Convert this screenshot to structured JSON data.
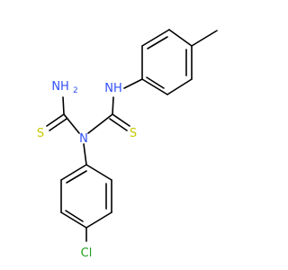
{
  "molecule": {
    "atoms": {
      "amine_nh2": {
        "label": "NH2",
        "color": "#3050F8"
      },
      "amine_nh": {
        "label": "NH",
        "color": "#3050F8"
      },
      "central_n": {
        "label": "N",
        "color": "#3050F8"
      },
      "sulfur_left": {
        "label": "S",
        "color": "#C8C800"
      },
      "sulfur_right": {
        "label": "S",
        "color": "#C8C800"
      },
      "chlorine": {
        "label": "Cl",
        "color": "#1FA01F"
      }
    },
    "bond_color": "#000000"
  }
}
